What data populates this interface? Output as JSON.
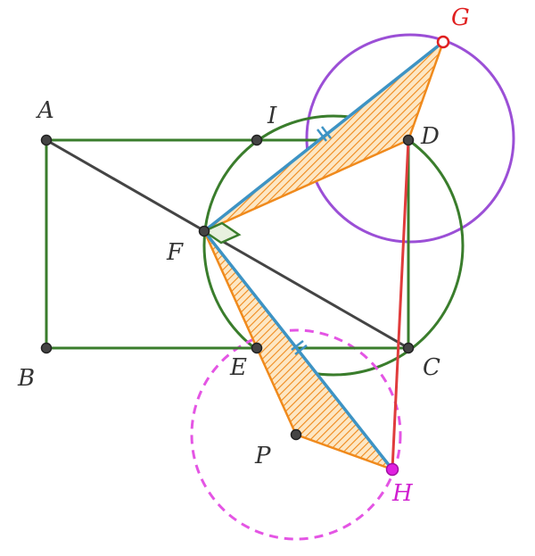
{
  "labels": {
    "A": "A",
    "B": "B",
    "C": "C",
    "D": "D",
    "E": "E",
    "F": "F",
    "G": "G",
    "H": "H",
    "I": "I",
    "P": "P"
  },
  "colors": {
    "rectangle": "#3a7d2c",
    "circle_fc": "#3a7d2c",
    "circle_d": "#9b4fd6",
    "circle_p": "#e455e4",
    "segment_dark": "#444444",
    "segment_blue": "#3d93c4",
    "segment_red": "#e03c3c",
    "triangle_fill": "#f3a23a",
    "triangle_edge": "#f08a1c",
    "label_default": "#333333",
    "label_g": "#e02020",
    "label_h": "#d020d0"
  }
}
